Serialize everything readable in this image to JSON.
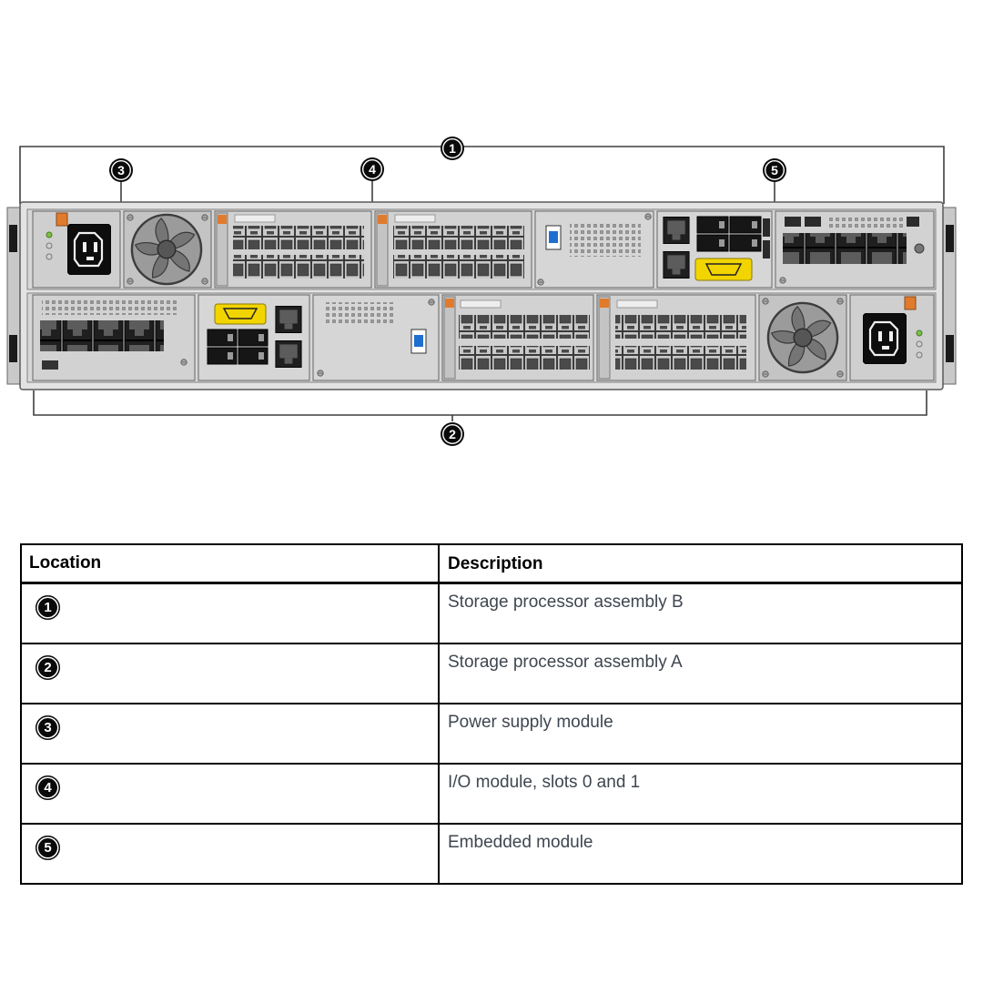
{
  "diagram": {
    "callouts": [
      {
        "label": "1"
      },
      {
        "label": "2"
      },
      {
        "label": "3"
      },
      {
        "label": "4"
      },
      {
        "label": "5"
      }
    ]
  },
  "table": {
    "headers": {
      "location": "Location",
      "description": "Description"
    },
    "rows": [
      {
        "location": "1",
        "description": "Storage processor assembly B"
      },
      {
        "location": "2",
        "description": "Storage processor assembly A"
      },
      {
        "location": "3",
        "description": "Power supply module"
      },
      {
        "location": "4",
        "description": "I/O module, slots 0 and 1"
      },
      {
        "location": "5",
        "description": "Embedded module"
      }
    ]
  },
  "colors": {
    "callout_badge": "#0a0a0a",
    "chassis_gray": "#d7d7d7",
    "label_yellow": "#f2d500",
    "latch_orange": "#e07b2e",
    "usb_blue": "#1f6fd0",
    "description_text": "#3f4650"
  }
}
